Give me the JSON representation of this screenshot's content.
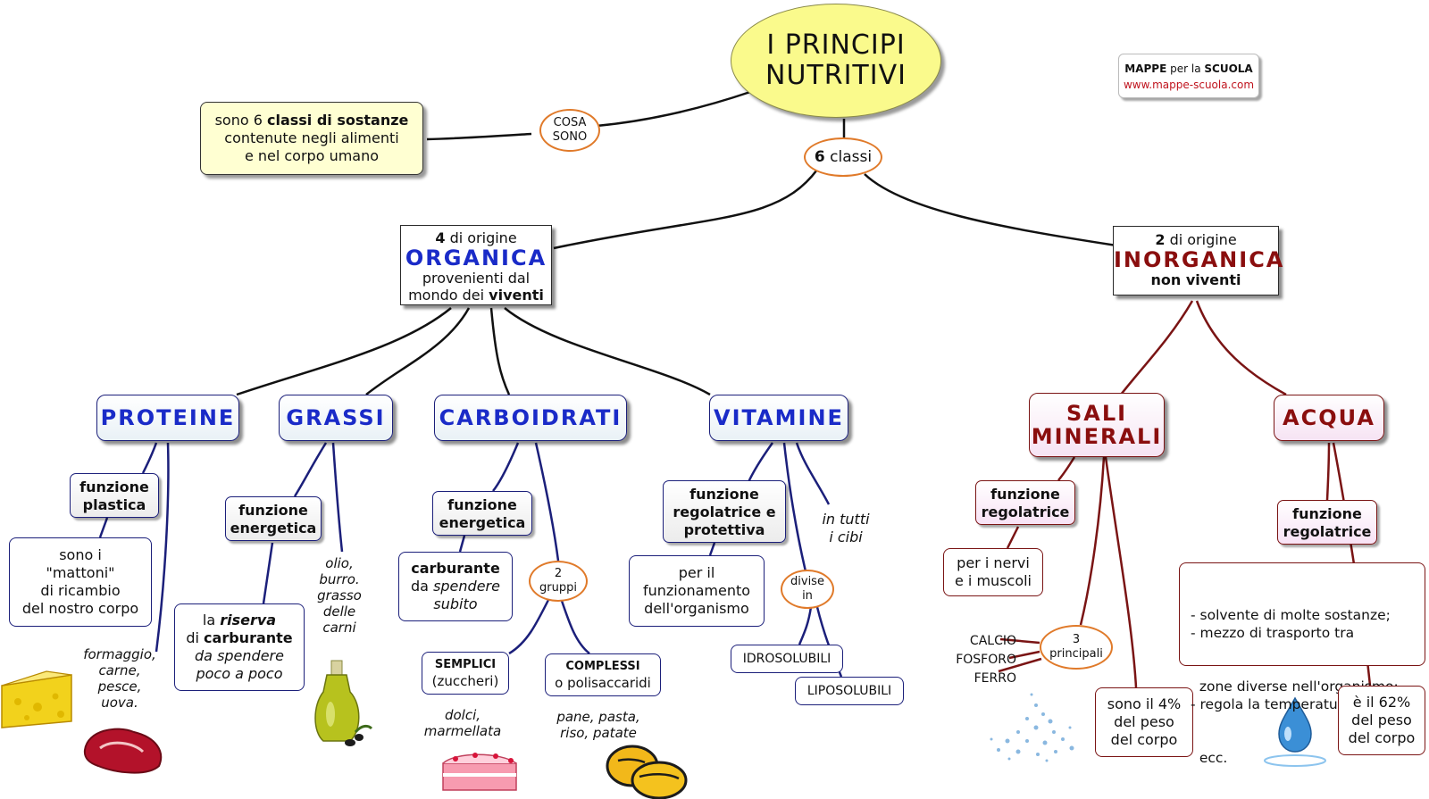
{
  "title": {
    "line1": "I PRINCIPI",
    "line2": "NUTRITIVI"
  },
  "brand": {
    "name_bold1": "MAPPE",
    "name_mid": " per la ",
    "name_bold2": "SCUOLA",
    "url": "www.mappe-scuola.com"
  },
  "definition": {
    "link": {
      "line1": "COSA",
      "line2": "SONO"
    },
    "pre": "sono 6 ",
    "bold": "classi di sostanze",
    "line2": "contenute negli alimenti",
    "line3": "e nel corpo umano"
  },
  "classes_link": {
    "num": "6",
    "text": " classi"
  },
  "organic": {
    "num": "4",
    "pre": " di origine",
    "title": "ORGANICA",
    "line1": "provenienti dal",
    "line2_pre": "mondo dei ",
    "line2_bold": "viventi"
  },
  "inorganic": {
    "num": "2",
    "pre": " di origine",
    "title": "INORGANICA",
    "sub": "non viventi"
  },
  "proteine": {
    "label": "PROTEINE",
    "func": {
      "line1": "funzione",
      "line2": "plastica"
    },
    "desc": [
      "sono i",
      "\"mattoni\"",
      "di ricambio",
      "del nostro corpo"
    ],
    "foods": [
      "formaggio,",
      "carne,",
      "pesce,",
      "uova."
    ]
  },
  "grassi": {
    "label": "GRASSI",
    "func": {
      "line1": "funzione",
      "line2": "energetica"
    },
    "desc": {
      "l1_pre": "la ",
      "l1_bold": "riserva",
      "l2_pre": "di ",
      "l2_bold": "carburante",
      "l3": "da spendere",
      "l4": "poco  a poco"
    },
    "foods": [
      "olio,",
      "burro.",
      "grasso",
      "delle",
      "carni"
    ]
  },
  "carboidrati": {
    "label": "CARBOIDRATI",
    "func": {
      "line1": "funzione",
      "line2": "energetica"
    },
    "desc": {
      "bold": "carburante",
      "l2_pre": "da ",
      "l2_it": "spendere",
      "l3": "subito"
    },
    "link": {
      "line1": "2",
      "line2": "gruppi"
    },
    "semplici": {
      "bold": "SEMPLICI",
      "sub": "(zuccheri)"
    },
    "complessi": {
      "bold": "COMPLESSI",
      "sub": "o polisaccaridi"
    },
    "semplici_foods": [
      "dolci,",
      "marmellata"
    ],
    "complessi_foods": [
      "pane, pasta,",
      "riso, patate"
    ]
  },
  "vitamine": {
    "label": "VITAMINE",
    "func": [
      "funzione",
      "regolatrice e",
      "protettiva"
    ],
    "desc": [
      "per il",
      "funzionamento",
      "dell'organismo"
    ],
    "where": [
      "in tutti",
      "i cibi"
    ],
    "link": {
      "line1": "divise",
      "line2": "in"
    },
    "idro": "IDROSOLUBILI",
    "lipo": "LIPOSOLUBILI"
  },
  "sali": {
    "label1": "SALI",
    "label2": "MINERALI",
    "func": {
      "line1": "funzione",
      "line2": "regolatrice"
    },
    "desc": [
      "per i nervi",
      "e i muscoli"
    ],
    "link": {
      "line1": "3",
      "line2": "principali"
    },
    "minerals": [
      "CALCIO",
      "FOSFORO",
      "FERRO"
    ],
    "weight": [
      "sono il 4%",
      "del peso",
      "del corpo"
    ]
  },
  "acqua": {
    "label": "ACQUA",
    "func": {
      "line1": "funzione",
      "line2": "regolatrice"
    },
    "desc": [
      "- solvente di molte sostanze;",
      "- mezzo di trasporto tra",
      "  zone diverse nell'organismo;",
      "- regola la temperatura",
      "  ecc."
    ],
    "weight": [
      "è il 62%",
      "del peso",
      "del corpo"
    ]
  },
  "colors": {
    "organic_blue": "#1a2bc8",
    "inorganic_red": "#8a0e0e",
    "title_fill": "#fafa8c",
    "oval_orange": "#e07a2a"
  }
}
